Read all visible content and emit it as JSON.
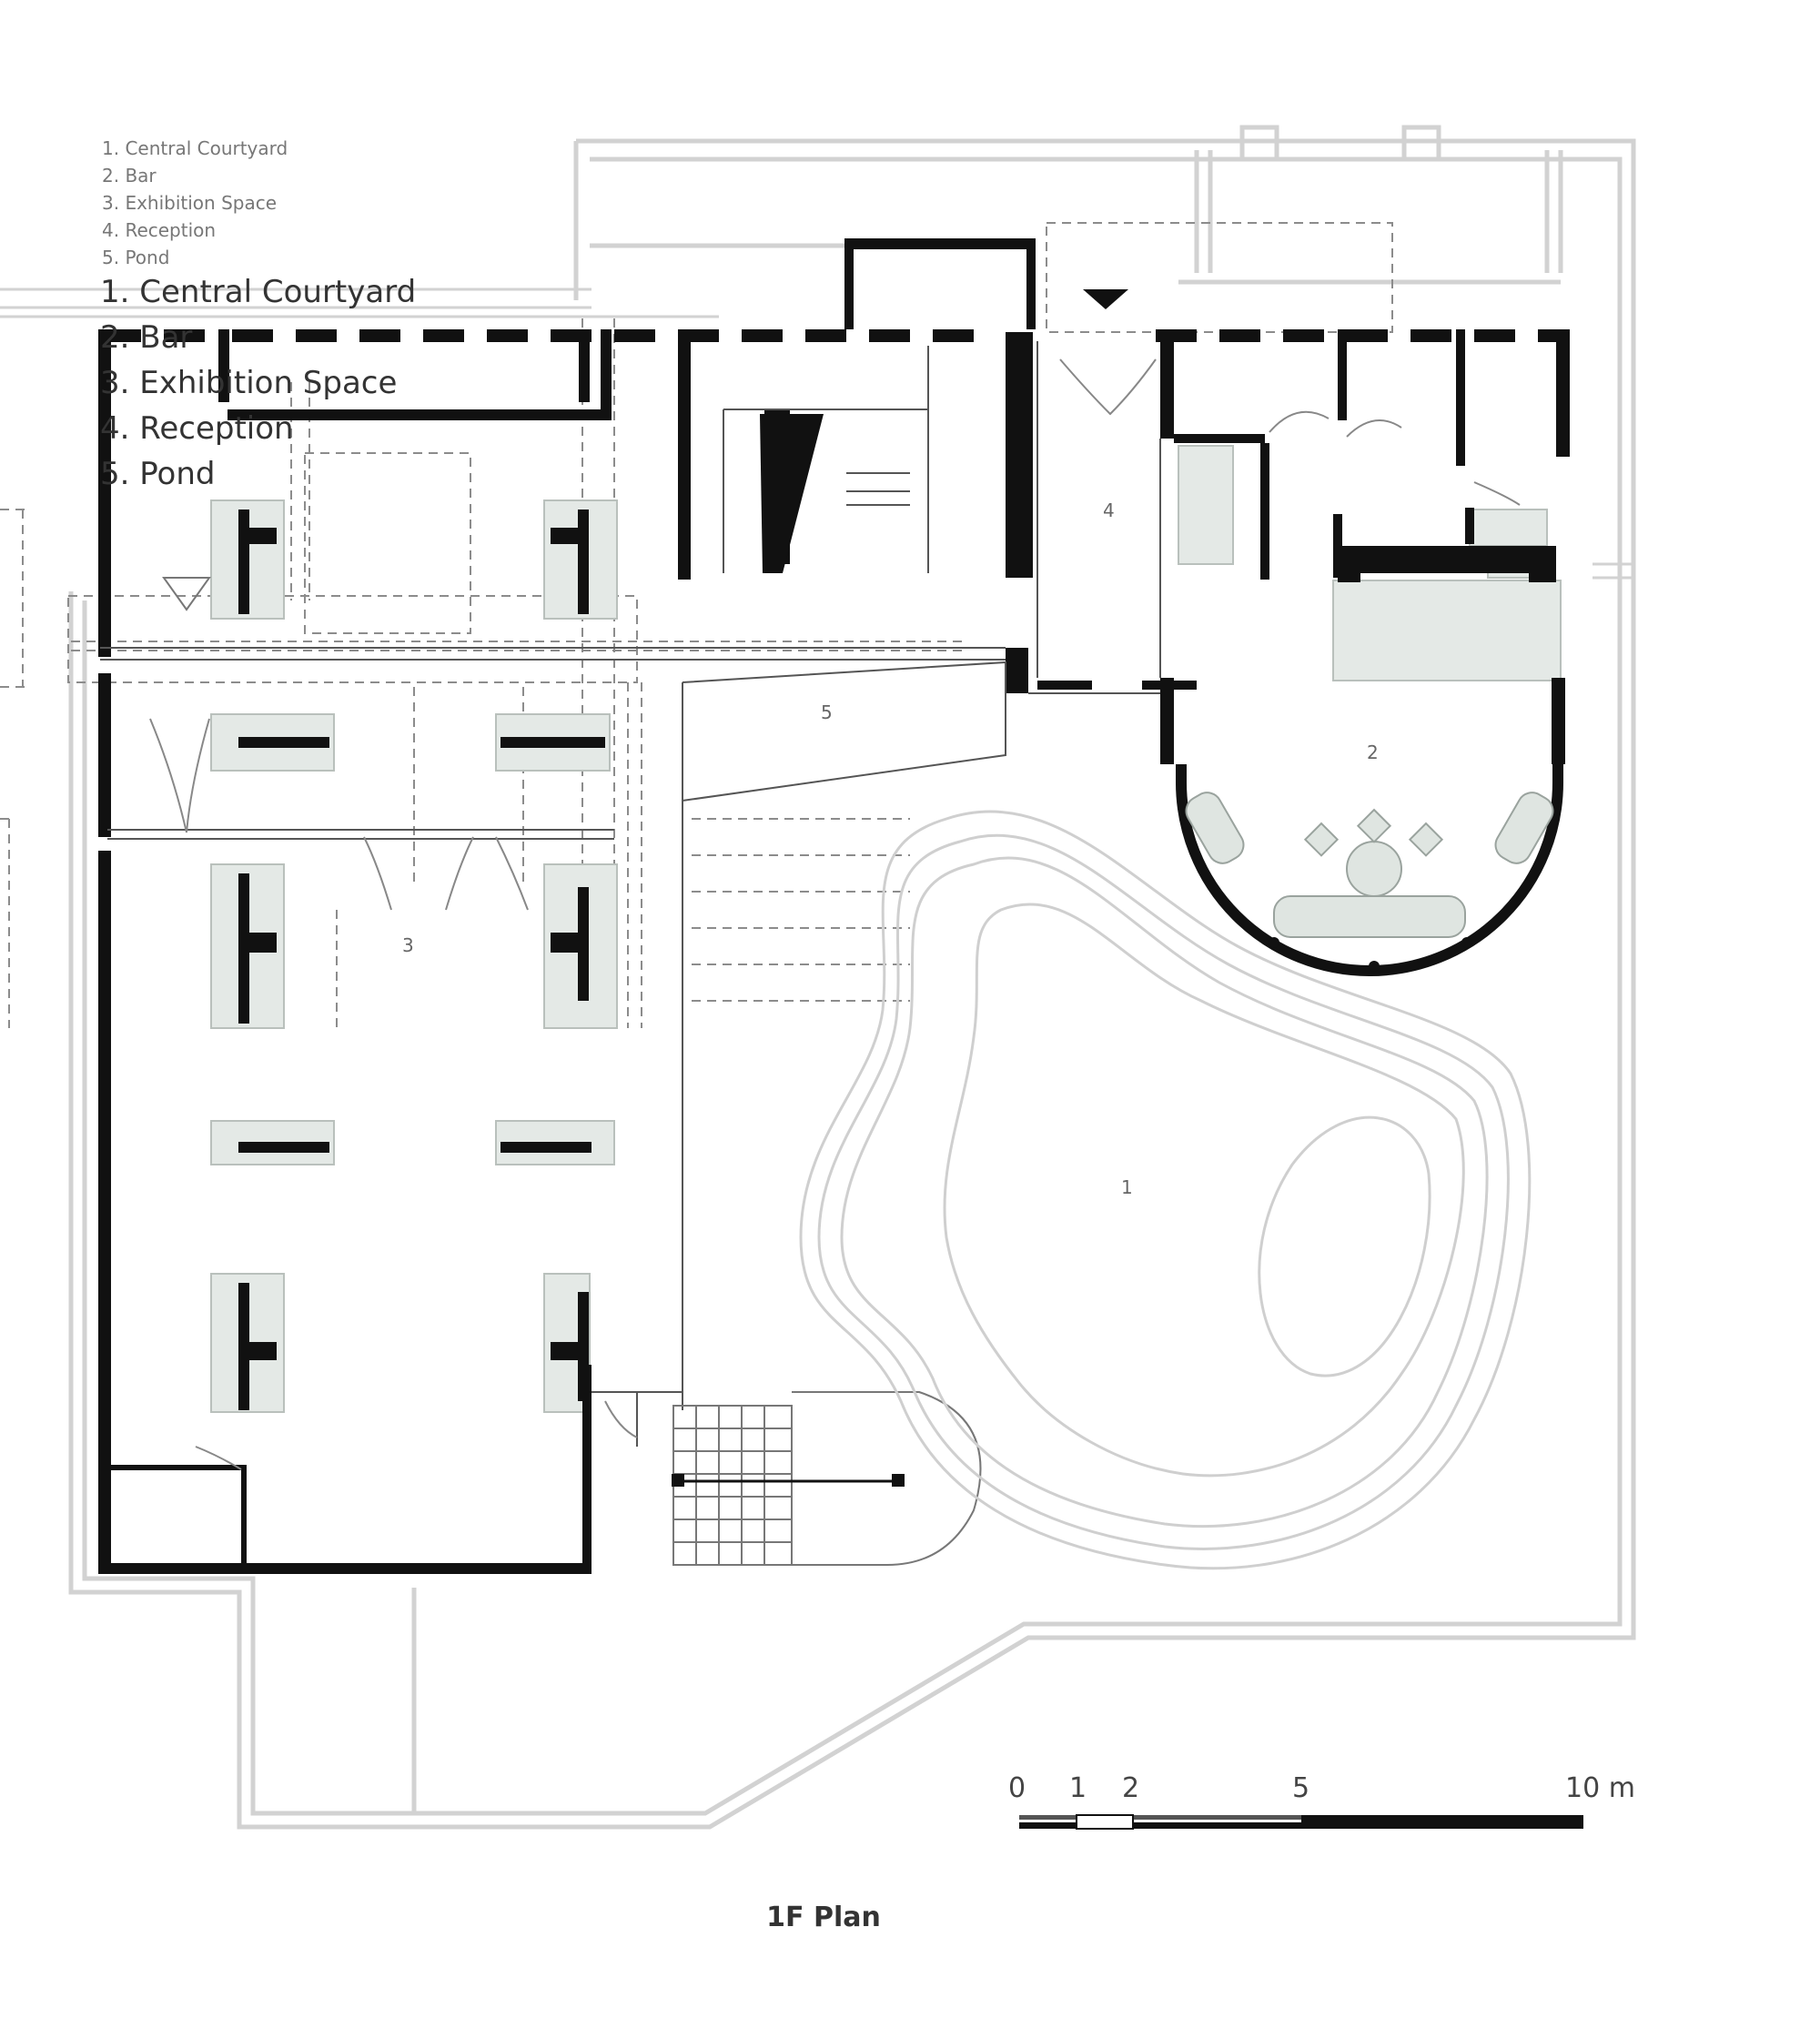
{
  "legend_small": [
    "1. Central Courtyard",
    "2. Bar",
    "3. Exhibition Space",
    "4. Reception",
    "5. Pond"
  ],
  "legend_big": [
    "1. Central Courtyard",
    "2. Bar",
    "3. Exhibition Space",
    "4. Reception",
    "5. Pond"
  ],
  "room_labels": {
    "courtyard": "1",
    "bar": "2",
    "exhibition": "3",
    "reception": "4",
    "pond": "5"
  },
  "scale_bar": {
    "ticks": [
      "0",
      "1",
      "2",
      "5",
      "10 m"
    ]
  },
  "caption": "1F Plan",
  "colors": {
    "wall": "#111111",
    "light_line": "#cfcfcf",
    "fill_light": "#e6ebe8"
  }
}
